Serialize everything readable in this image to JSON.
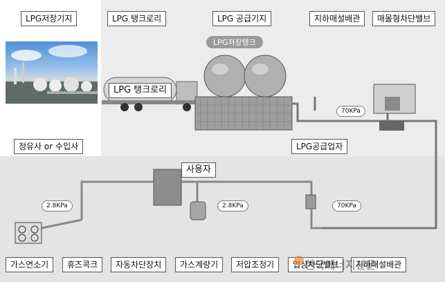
{
  "labels": {
    "lpg_base": "LPG저장기지",
    "lpg_tanker_top": "LPG 탱크로리",
    "lpg_supply_base": "LPG 공급기지",
    "underground_pipe": "지하매설배관",
    "buried_cutoff_valve": "매몰형차단밸브",
    "storage_tank": "LPG저장탱크",
    "tanker_truck": "LPG 탱크로리",
    "refinery": "정유사 or 수입사",
    "supplier": "LPG공급업자",
    "user": "사용자"
  },
  "pressures": {
    "p1": "70KPa",
    "p2": "2.8KPa",
    "p3": "2.8KPa",
    "p4": "70KPa"
  },
  "components": {
    "gas_burner": "가스연소기",
    "fuse_cock": "휴즈콕크",
    "auto_shutoff": "자동차단장치",
    "gas_meter": "가스계량기",
    "low_pressure_regulator": "저압조정기",
    "entry_valve": "입상차단밸브",
    "underground_pipe_bottom": "지하매설배관"
  },
  "watermark": "한국에너지신문"
}
